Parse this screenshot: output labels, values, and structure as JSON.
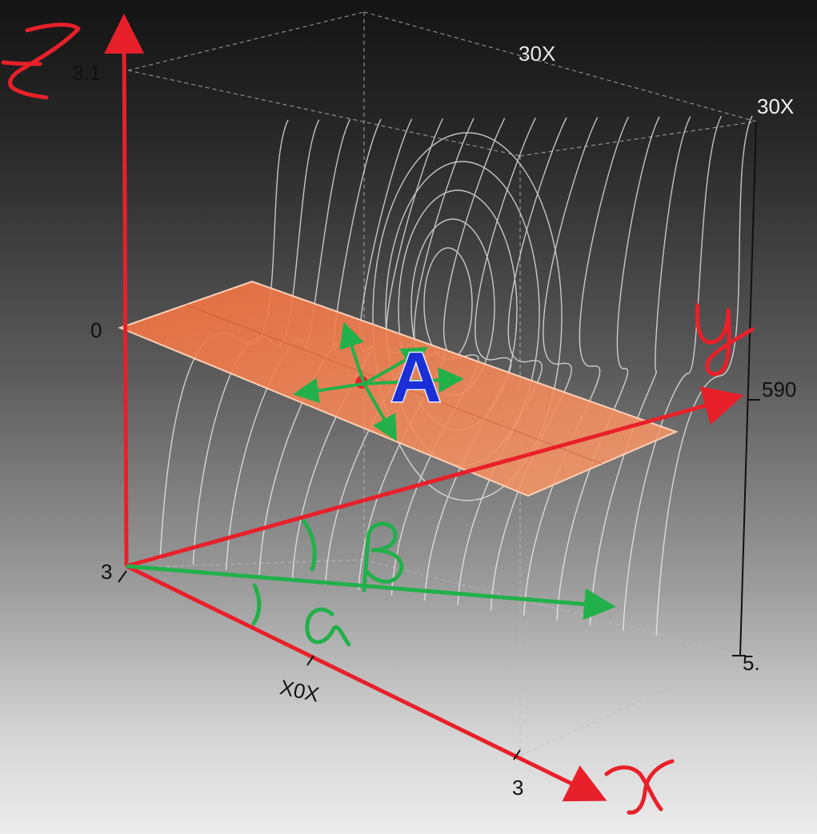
{
  "tick_labels": {
    "z_top": "3.1",
    "z_mid": "0",
    "origin": "3",
    "top_back": "30X",
    "top_right": "30X",
    "right_mid": "590",
    "right_bottom": "5.",
    "x_mid": "X0X",
    "x_end": "3"
  },
  "annotations": {
    "plane_point": "A"
  },
  "colors": {
    "axis_red": "#e8202a",
    "vector_green": "#22b04a",
    "plane_orange": "#f08050",
    "label_blue": "#1a2fd6",
    "wire_white": "#f4f4f4"
  }
}
